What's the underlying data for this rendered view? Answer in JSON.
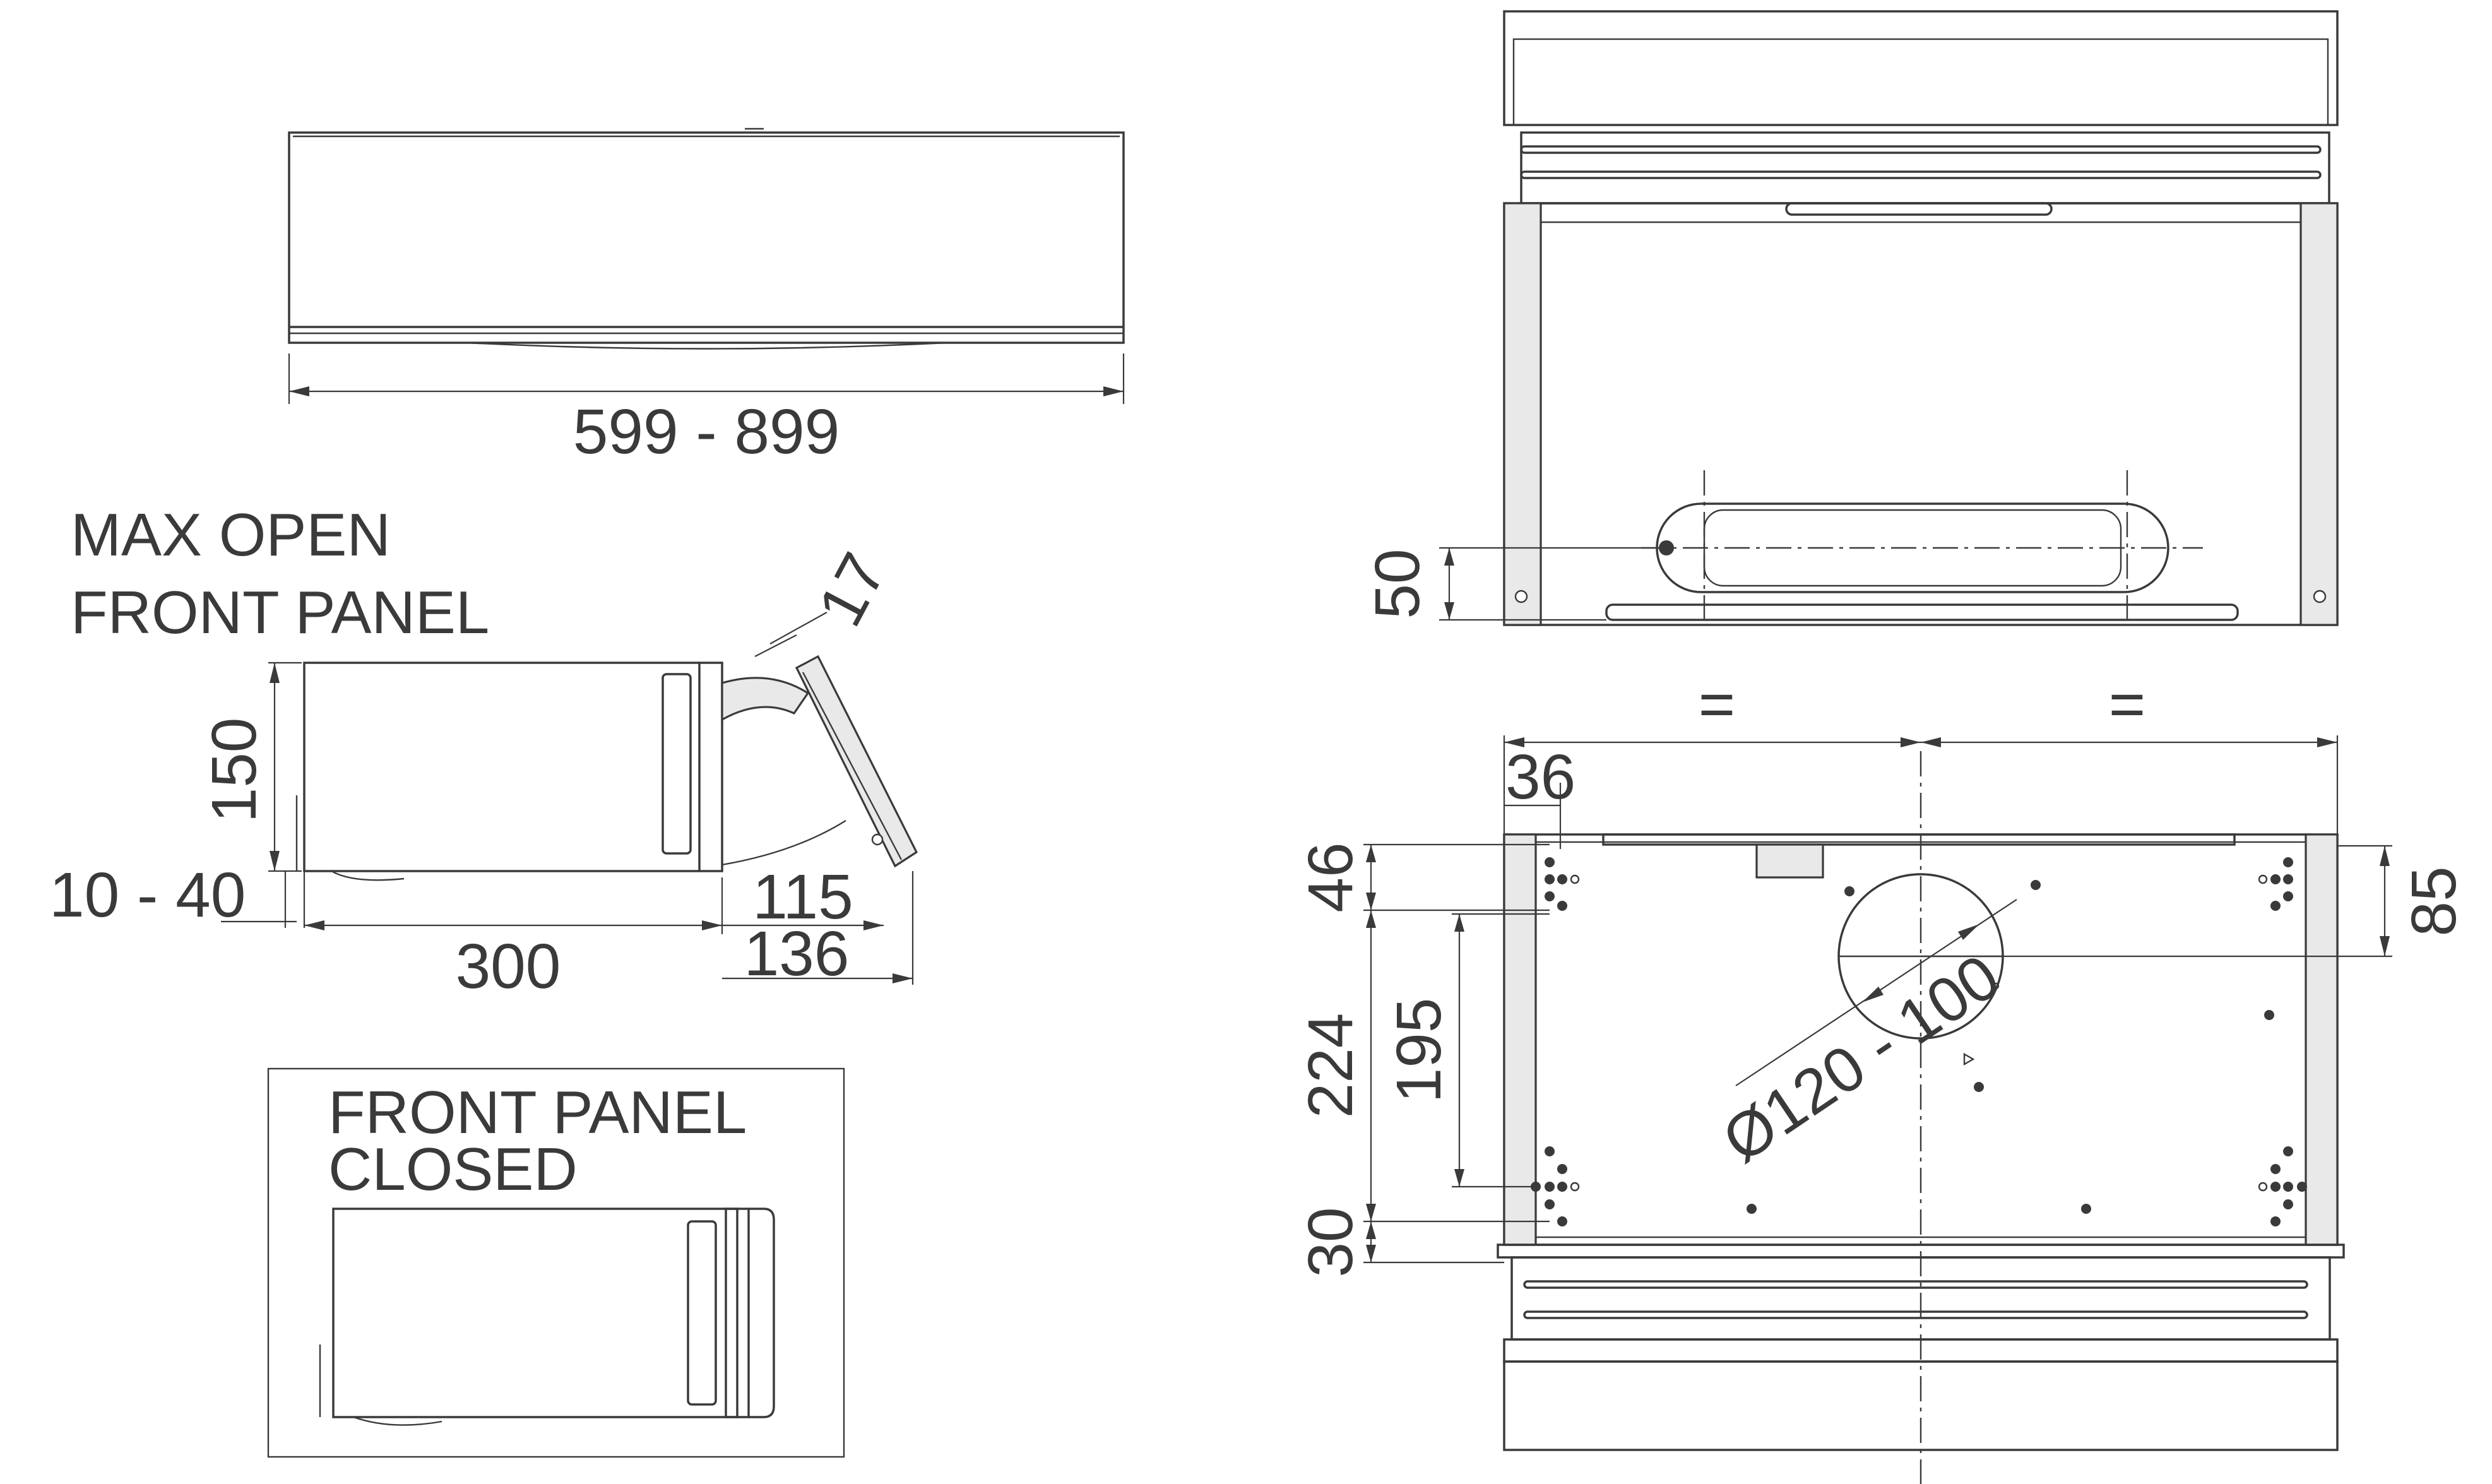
{
  "labels": {
    "width_range": "599 - 899",
    "max_open_line1": "MAX OPEN",
    "max_open_line2": "FRONT PANEL",
    "closed_line1": "FRONT PANEL",
    "closed_line2": "CLOSED"
  },
  "dimensions": {
    "panel_tilt": "17",
    "height": "150",
    "offset": "10 - 40",
    "depth": "300",
    "panel_depth_closed": "115",
    "panel_depth_open": "136",
    "outlet_height": "50",
    "equal_left": "=",
    "equal_right": "=",
    "side_margin": "36",
    "rear_hole_offset": "46",
    "hole_spacing_side": "224",
    "hole_spacing_inner": "195",
    "front_hole_offset": "30",
    "outlet_center": "85",
    "outlet_diameter": "Ø120 - 100"
  }
}
